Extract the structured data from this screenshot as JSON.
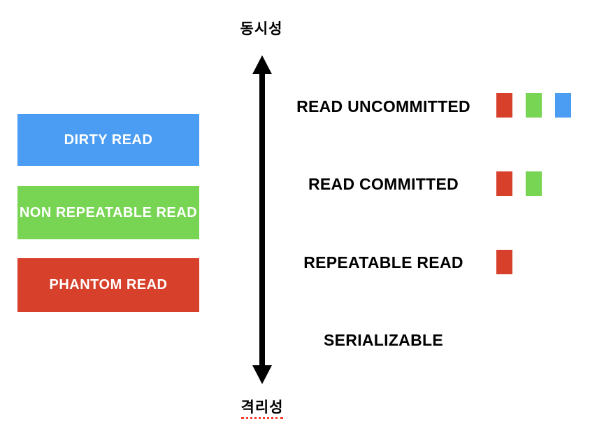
{
  "axis": {
    "top_label": "동시성",
    "bottom_label": "격리성"
  },
  "colors": {
    "red": "#d7402b",
    "green": "#78d554",
    "blue": "#4a9df2",
    "arrow": "#000000",
    "misspell_underline": "#ff3b30",
    "box_text": "#ffffff",
    "label_text": "#000000",
    "background": "#ffffff"
  },
  "hazards": [
    {
      "label": "DIRTY READ",
      "color": "blue"
    },
    {
      "label": "NON REPEATABLE READ",
      "color": "green"
    },
    {
      "label": "PHANTOM READ",
      "color": "red"
    }
  ],
  "levels": [
    {
      "label": "READ UNCOMMITTED",
      "markers": [
        "red",
        "green",
        "blue"
      ]
    },
    {
      "label": "READ COMMITTED",
      "markers": [
        "red",
        "green"
      ]
    },
    {
      "label": "REPEATABLE READ",
      "markers": [
        "red"
      ]
    },
    {
      "label": "SERIALIZABLE",
      "markers": []
    }
  ]
}
